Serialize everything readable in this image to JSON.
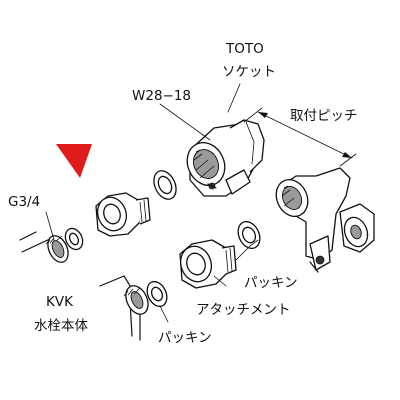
{
  "colors": {
    "line": "#111111",
    "arrow": "#e01b1b",
    "shade": "#9a9a9a",
    "background": "#ffffff"
  },
  "labels": {
    "toto": "TOTO",
    "socket": "ソケット",
    "w28": "W28−18",
    "pitch": "取付ピッチ",
    "g34": "G3/4",
    "packing_right": "パッキン",
    "attachment": "アタッチメント",
    "kvk": "KVK",
    "faucet_body": "水栓本体",
    "packing_bottom": "パッキン"
  }
}
